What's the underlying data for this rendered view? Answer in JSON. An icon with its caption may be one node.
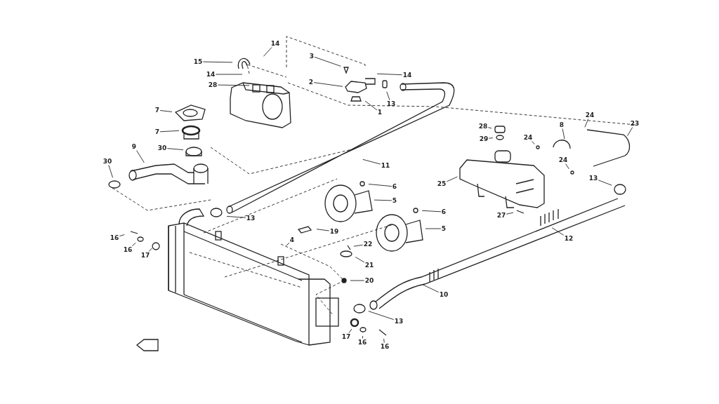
{
  "diagram": {
    "nodes": [
      {
        "text": [
          "14"
        ]
      },
      {
        "text": [
          "15"
        ]
      },
      {
        "text": [
          "14"
        ]
      },
      {
        "text": [
          "28"
        ]
      },
      {
        "text": [
          "3"
        ]
      },
      {
        "text": [
          "14"
        ]
      },
      {
        "text": [
          "2"
        ]
      },
      {
        "text": [
          "13"
        ]
      },
      {
        "text": [
          "1"
        ]
      },
      {
        "text": [
          "7"
        ]
      },
      {
        "text": [
          "7"
        ]
      },
      {
        "text": [
          "30"
        ]
      },
      {
        "text": [
          "9"
        ]
      },
      {
        "text": [
          "30"
        ]
      },
      {
        "text": [
          "11"
        ]
      },
      {
        "text": [
          "28"
        ]
      },
      {
        "text": [
          "29"
        ]
      },
      {
        "text": [
          "24"
        ]
      },
      {
        "text": [
          "8"
        ]
      },
      {
        "text": [
          "24"
        ]
      },
      {
        "text": [
          "23"
        ]
      },
      {
        "text": [
          "24"
        ]
      },
      {
        "text": [
          "25"
        ]
      },
      {
        "text": [
          "13"
        ]
      },
      {
        "text": [
          "6"
        ]
      },
      {
        "text": [
          "5"
        ]
      },
      {
        "text": [
          "13"
        ]
      },
      {
        "text": [
          "6"
        ]
      },
      {
        "text": [
          "27"
        ]
      },
      {
        "text": [
          "5"
        ]
      },
      {
        "text": [
          "19"
        ]
      },
      {
        "text": [
          "16"
        ]
      },
      {
        "text": [
          "16"
        ]
      },
      {
        "text": [
          "4"
        ]
      },
      {
        "text": [
          "12"
        ]
      },
      {
        "text": [
          "17"
        ]
      },
      {
        "text": [
          "22"
        ]
      },
      {
        "text": [
          "21"
        ]
      },
      {
        "text": [
          "20"
        ]
      },
      {
        "text": [
          "10"
        ]
      },
      {
        "text": [
          "13"
        ]
      },
      {
        "text": [
          "17"
        ]
      },
      {
        "text": [
          "16"
        ]
      },
      {
        "text": [
          "16"
        ]
      }
    ],
    "edges": [
      {
        "from": 0,
        "to": null,
        "arrow": "none"
      },
      {
        "from": 1,
        "to": null,
        "arrow": "none"
      },
      {
        "from": 2,
        "to": null,
        "arrow": "none"
      },
      {
        "from": 3,
        "to": null,
        "arrow": "none"
      },
      {
        "from": 4,
        "to": null,
        "arrow": "none"
      },
      {
        "from": 5,
        "to": null,
        "arrow": "none"
      },
      {
        "from": 6,
        "to": null,
        "arrow": "none"
      },
      {
        "from": 7,
        "to": null,
        "arrow": "none"
      },
      {
        "from": 8,
        "to": null,
        "arrow": "none"
      },
      {
        "from": 9,
        "to": null,
        "arrow": "none"
      },
      {
        "from": 10,
        "to": null,
        "arrow": "none"
      },
      {
        "from": 11,
        "to": null,
        "arrow": "none"
      },
      {
        "from": 12,
        "to": null,
        "arrow": "none"
      },
      {
        "from": 13,
        "to": null,
        "arrow": "none"
      },
      {
        "from": 14,
        "to": null,
        "arrow": "none"
      },
      {
        "from": 15,
        "to": null,
        "arrow": "none"
      },
      {
        "from": 16,
        "to": null,
        "arrow": "none"
      },
      {
        "from": 17,
        "to": null,
        "arrow": "none"
      },
      {
        "from": 18,
        "to": null,
        "arrow": "none"
      },
      {
        "from": 19,
        "to": null,
        "arrow": "none"
      },
      {
        "from": 20,
        "to": null,
        "arrow": "none"
      },
      {
        "from": 21,
        "to": null,
        "arrow": "none"
      },
      {
        "from": 22,
        "to": null,
        "arrow": "none"
      },
      {
        "from": 23,
        "to": null,
        "arrow": "none"
      },
      {
        "from": 24,
        "to": null,
        "arrow": "none"
      },
      {
        "from": 25,
        "to": null,
        "arrow": "none"
      },
      {
        "from": 26,
        "to": null,
        "arrow": "none"
      },
      {
        "from": 27,
        "to": null,
        "arrow": "none"
      },
      {
        "from": 28,
        "to": null,
        "arrow": "none"
      },
      {
        "from": 29,
        "to": null,
        "arrow": "none"
      },
      {
        "from": 30,
        "to": null,
        "arrow": "none"
      },
      {
        "from": 31,
        "to": null,
        "arrow": "none"
      },
      {
        "from": 32,
        "to": null,
        "arrow": "none"
      },
      {
        "from": 33,
        "to": null,
        "arrow": "none"
      },
      {
        "from": 34,
        "to": null,
        "arrow": "none"
      },
      {
        "from": 35,
        "to": null,
        "arrow": "none"
      },
      {
        "from": 36,
        "to": null,
        "arrow": "none"
      },
      {
        "from": 37,
        "to": null,
        "arrow": "none"
      },
      {
        "from": 38,
        "to": null,
        "arrow": "none"
      },
      {
        "from": 39,
        "to": null,
        "arrow": "none"
      },
      {
        "from": 40,
        "to": null,
        "arrow": "none"
      },
      {
        "from": 41,
        "to": null,
        "arrow": "none"
      },
      {
        "from": 42,
        "to": null,
        "arrow": "none"
      },
      {
        "from": 43,
        "to": null,
        "arrow": "none"
      }
    ]
  }
}
